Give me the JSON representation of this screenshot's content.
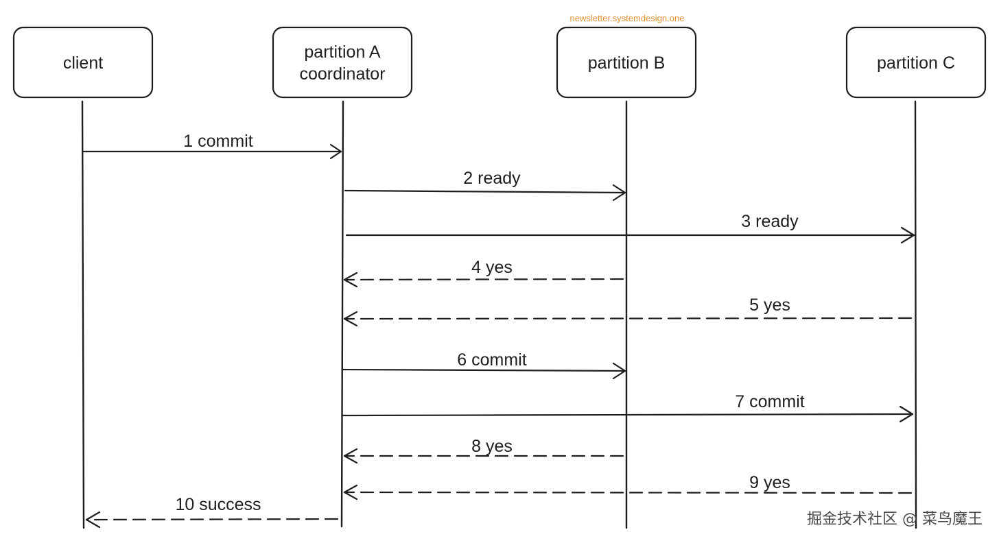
{
  "watermark": {
    "top": "newsletter.systemdesign.one",
    "bottom": "掘金技术社区 @ 菜鸟魔王"
  },
  "participants": [
    {
      "id": "client",
      "lines": [
        "client"
      ]
    },
    {
      "id": "partition-a",
      "lines": [
        "partition A",
        "coordinator"
      ]
    },
    {
      "id": "partition-b",
      "lines": [
        "partition B"
      ]
    },
    {
      "id": "partition-c",
      "lines": [
        "partition C"
      ]
    }
  ],
  "messages": [
    {
      "n": 1,
      "label": "1 commit",
      "from": "client",
      "to": "partition-a",
      "style": "solid"
    },
    {
      "n": 2,
      "label": "2 ready",
      "from": "partition-a",
      "to": "partition-b",
      "style": "solid"
    },
    {
      "n": 3,
      "label": "3 ready",
      "from": "partition-a",
      "to": "partition-c",
      "style": "solid"
    },
    {
      "n": 4,
      "label": "4 yes",
      "from": "partition-b",
      "to": "partition-a",
      "style": "dashed"
    },
    {
      "n": 5,
      "label": "5 yes",
      "from": "partition-c",
      "to": "partition-a",
      "style": "dashed"
    },
    {
      "n": 6,
      "label": "6 commit",
      "from": "partition-a",
      "to": "partition-b",
      "style": "solid"
    },
    {
      "n": 7,
      "label": "7 commit",
      "from": "partition-a",
      "to": "partition-c",
      "style": "solid"
    },
    {
      "n": 8,
      "label": "8 yes",
      "from": "partition-b",
      "to": "partition-a",
      "style": "dashed"
    },
    {
      "n": 9,
      "label": "9 yes",
      "from": "partition-c",
      "to": "partition-a",
      "style": "dashed"
    },
    {
      "n": 10,
      "label": "10 success",
      "from": "partition-a",
      "to": "client",
      "style": "dashed"
    }
  ]
}
